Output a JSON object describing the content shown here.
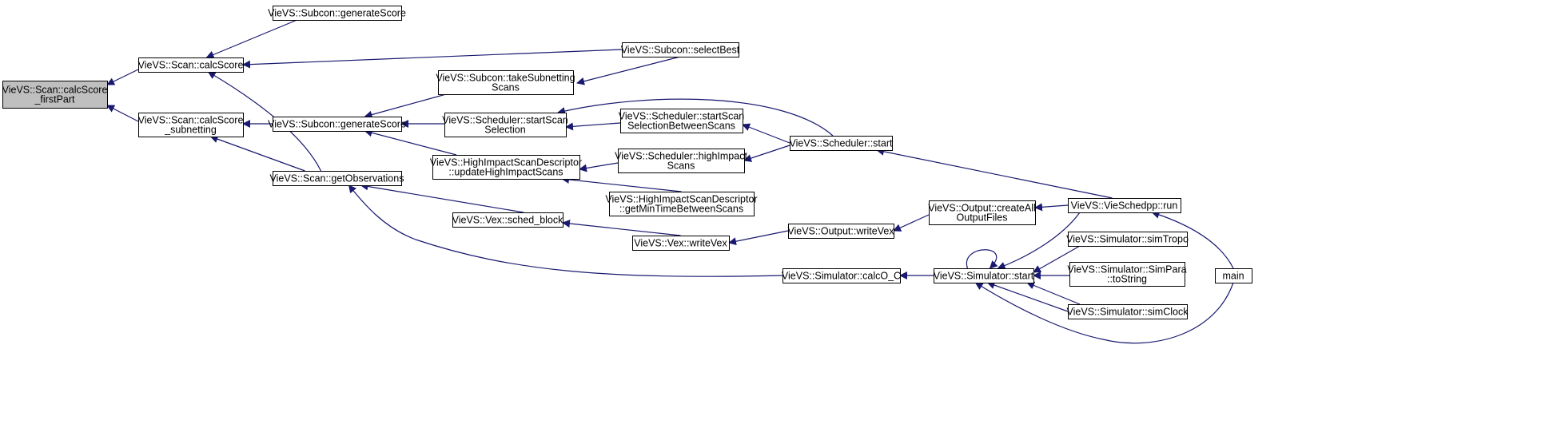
{
  "colors": {
    "edge": "#191970",
    "node_fill": "#ffffff",
    "highlight_fill": "#bfbfbf",
    "border": "#000000"
  },
  "nodes": {
    "first": {
      "lines": [
        "VieVS::Scan::calcScore",
        "_firstPart"
      ],
      "highlight": true
    },
    "calcScore": {
      "lines": [
        "VieVS::Scan::calcScore"
      ]
    },
    "calcSub": {
      "lines": [
        "VieVS::Scan::calcScore",
        "_subnetting"
      ]
    },
    "genTop": {
      "lines": [
        "VieVS::Subcon::generateScore"
      ]
    },
    "selBest": {
      "lines": [
        "VieVS::Subcon::selectBest"
      ]
    },
    "genMid": {
      "lines": [
        "VieVS::Subcon::generateScore"
      ]
    },
    "getObs": {
      "lines": [
        "VieVS::Scan::getObservations"
      ]
    },
    "takeSub": {
      "lines": [
        "VieVS::Subcon::takeSubnetting",
        "Scans"
      ]
    },
    "startSel": {
      "lines": [
        "VieVS::Scheduler::startScan",
        "Selection"
      ]
    },
    "updHI": {
      "lines": [
        "VieVS::HighImpactScanDescriptor",
        "::updateHighImpactScans"
      ]
    },
    "schedBlock": {
      "lines": [
        "VieVS::Vex::sched_block"
      ]
    },
    "startBetw": {
      "lines": [
        "VieVS::Scheduler::startScan",
        "SelectionBetweenScans"
      ]
    },
    "highImp": {
      "lines": [
        "VieVS::Scheduler::highImpact",
        "Scans"
      ]
    },
    "getMin": {
      "lines": [
        "VieVS::HighImpactScanDescriptor",
        "::getMinTimeBetweenScans"
      ]
    },
    "writeVexV": {
      "lines": [
        "VieVS::Vex::writeVex"
      ]
    },
    "schedStart": {
      "lines": [
        "VieVS::Scheduler::start"
      ]
    },
    "outWriteVex": {
      "lines": [
        "VieVS::Output::writeVex"
      ]
    },
    "calcOC": {
      "lines": [
        "VieVS::Simulator::calcO_C"
      ]
    },
    "createAll": {
      "lines": [
        "VieVS::Output::createAll",
        "OutputFiles"
      ]
    },
    "simStart": {
      "lines": [
        "VieVS::Simulator::start"
      ]
    },
    "vieRun": {
      "lines": [
        "VieVS::VieSchedpp::run"
      ]
    },
    "simTropo": {
      "lines": [
        "VieVS::Simulator::simTropo"
      ]
    },
    "simPara": {
      "lines": [
        "VieVS::Simulator::SimPara",
        "::toString"
      ]
    },
    "simClock": {
      "lines": [
        "VieVS::Simulator::simClock"
      ]
    },
    "main": {
      "lines": [
        "main"
      ]
    }
  }
}
